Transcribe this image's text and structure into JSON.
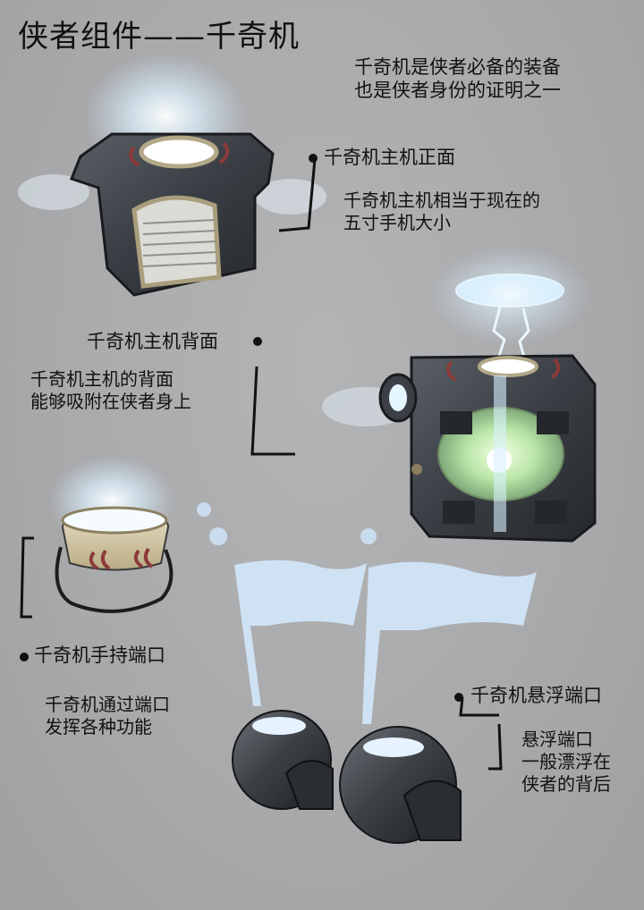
{
  "title": "侠者组件——千奇机",
  "intro": "千奇机是侠者必备的装备\n也是侠者身份的证明之一",
  "sections": [
    {
      "heading": "千奇机主机正面",
      "text": "千奇机主机相当于现在的\n五寸手机大小"
    },
    {
      "heading": "千奇机主机背面",
      "text": "千奇机主机的背面\n能够吸附在侠者身上"
    },
    {
      "heading": "千奇机手持端口",
      "text": "千奇机通过端口\n发挥各种功能"
    },
    {
      "heading": "千奇机悬浮端口",
      "text": "悬浮端口\n一般漂浮在\n侠者的背后"
    }
  ]
}
